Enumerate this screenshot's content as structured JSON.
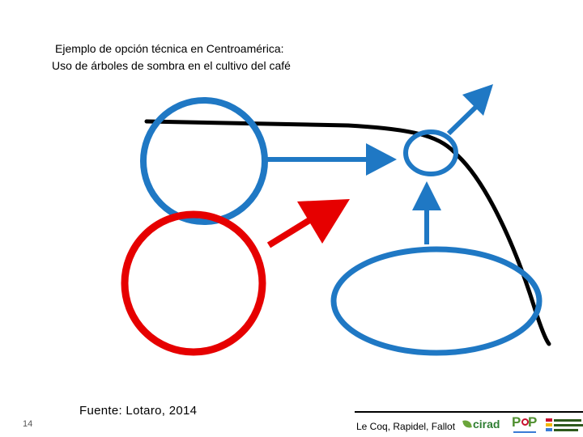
{
  "title": {
    "line1": "Ejemplo de opción técnica en Centroamérica:",
    "line2": "Uso de árboles de sombra en el cultivo del café"
  },
  "footer": {
    "source": "Fuente: Lotaro, 2014",
    "slide_number": "14",
    "authors": "Le Coq, Rapidel, Fallot"
  },
  "logos": {
    "cirad": "cirad"
  },
  "colors": {
    "blue": "#1f78c4",
    "red": "#e60000",
    "black": "#000000"
  }
}
